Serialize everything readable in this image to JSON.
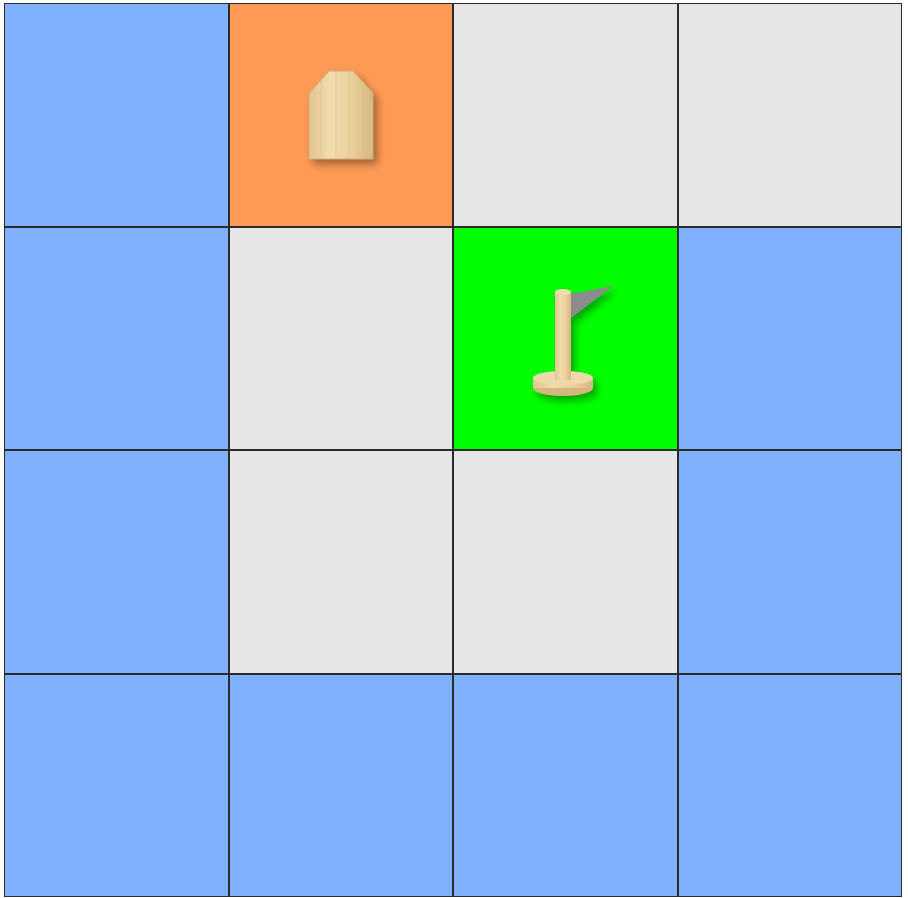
{
  "board": {
    "rows": 4,
    "cols": 4,
    "colors": {
      "water": "#80b1ff",
      "floor": "#e6e6e6",
      "start": "#ff9a56",
      "goal": "#00ff00",
      "grid_line": "#2b2b2b",
      "wood": "#e8cfa0"
    },
    "cells": [
      [
        "water",
        "start",
        "floor",
        "floor"
      ],
      [
        "water",
        "floor",
        "goal",
        "water"
      ],
      [
        "water",
        "floor",
        "floor",
        "water"
      ],
      [
        "water",
        "water",
        "water",
        "water"
      ]
    ],
    "pieces": [
      {
        "row": 0,
        "col": 1,
        "icon": "home-marker-icon"
      },
      {
        "row": 1,
        "col": 2,
        "icon": "goal-flag-icon"
      }
    ]
  }
}
